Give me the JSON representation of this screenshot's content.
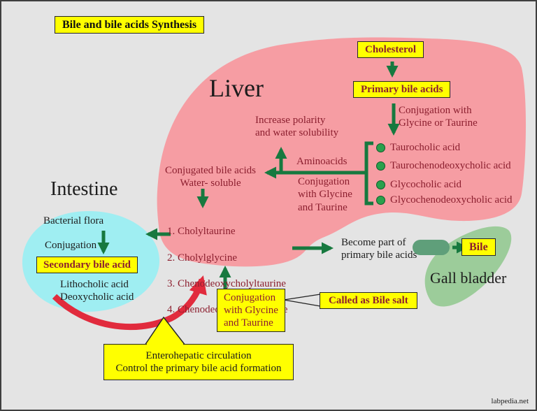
{
  "title": "Bile and bile acids Synthesis",
  "watermark": "labpedia.net",
  "organs": {
    "liver": "Liver",
    "intestine": "Intestine",
    "gall_bladder": "Gall bladder"
  },
  "liver_flow": {
    "cholesterol": "Cholesterol",
    "primary_bile_acids": "Primary bile acids",
    "conjugation_note": "Conjugation with\nGlycine or Taurine",
    "increase_polarity": "Increase polarity\nand water solubility",
    "aminoacids": "Aminoacids",
    "conjugated_bile_acids": "Conjugated bile acids\nWater- soluble",
    "conjugation_detail": "Conjugation\nwith Glycine\nand Taurine",
    "conjugated_acids": [
      "Taurocholic acid",
      "Taurochenodeoxycholic acid",
      "Glycocholic acid",
      "Glycochenodeoxycholic acid"
    ],
    "conjugated_products": [
      "1. Cholyltaurine",
      "2. Cholylglycine",
      "3. Chenodeoxycholyltaurine",
      "4. Chenodeoxycholylglycine"
    ]
  },
  "intestine_flow": {
    "bacterial_flora": "Bacterial flora",
    "conjugation": "Conjugation",
    "secondary_bile_acid": "Secondary bile acid",
    "secondary_acids": "Lithocholic acid\nDeoxycholic acid"
  },
  "gall_flow": {
    "become_part": "Become part of\nprimary bile acids",
    "bile": "Bile"
  },
  "bottom_notes": {
    "conjugation_box": "Conjugation\nwith Glycine\nand Taurine",
    "bile_salt": "Called as Bile salt",
    "enterohepatic": "Enterohepatic circulation\nControl the primary bile acid formation"
  },
  "colors": {
    "liver": "#f69da3",
    "intestine": "#9feef2",
    "gall_bladder": "#9ccc9a",
    "capsule": "#5f9f7a",
    "arrow_green": "#17793f",
    "arrow_red": "#e12b3d",
    "box_yellow": "#ffff00",
    "text_maroon": "#8c1f2f"
  }
}
